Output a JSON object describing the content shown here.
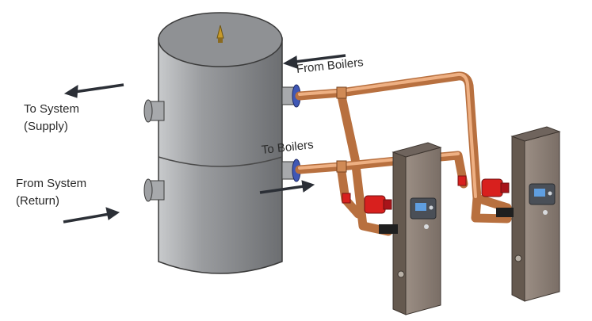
{
  "labels": {
    "to_system_line1": "To System",
    "to_system_line2": "(Supply)",
    "from_system_line1": "From System",
    "from_system_line2": "(Return)",
    "from_boilers": "From Boilers",
    "to_boilers": "To Boilers"
  },
  "colors": {
    "tank_body": "#8c8e91",
    "copper": "#d08a55",
    "boiler_body": "#8a7d74",
    "pump": "#d8201e",
    "flange": "#3f57b5",
    "arrow": "#2b2f36"
  }
}
